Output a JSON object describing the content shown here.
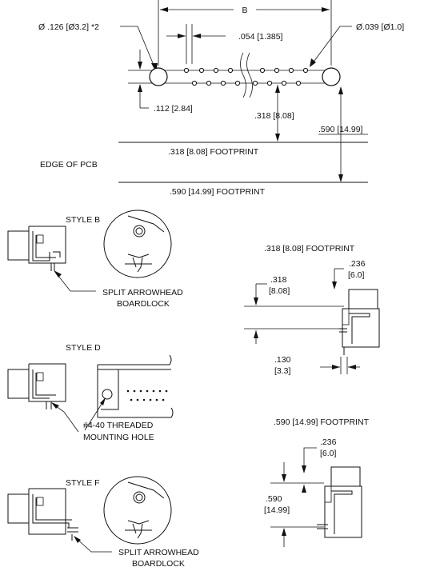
{
  "top": {
    "dim_b": "B",
    "mount_hole": "Ø .126 [Ø3.2] *2",
    "pin_hole": "Ø.039 [Ø1.0]",
    "pitch": ".054 [1.385]",
    "row_offset": ".112 [2.84]",
    "dim_318": ".318 [8.08]",
    "dim_590": ".590 [14.99]",
    "fp_318": ".318 [8.08] FOOTPRINT",
    "edge": "EDGE OF PCB",
    "fp_590": ".590 [14.99] FOOTPRINT"
  },
  "style_b": {
    "title": "STYLE B",
    "callout_line1": "SPLIT ARROWHEAD",
    "callout_line2": "BOARDLOCK"
  },
  "style_d": {
    "title": "STYLE D",
    "callout_line1": "#4-40 THREADED",
    "callout_line2": "MOUNTING HOLE"
  },
  "style_f": {
    "title": "STYLE F",
    "callout_line1": "SPLIT ARROWHEAD",
    "callout_line2": "BOARDLOCK"
  },
  "side_318": {
    "title": ".318 [8.08] FOOTPRINT",
    "dim_a_line1": ".236",
    "dim_a_line2": "[6.0]",
    "dim_b_line1": ".318",
    "dim_b_line2": "[8.08]",
    "dim_c_line1": ".130",
    "dim_c_line2": "[3.3]"
  },
  "side_590": {
    "title": ".590 [14.99] FOOTPRINT",
    "dim_a_line1": ".236",
    "dim_a_line2": "[6.0]",
    "dim_b_line1": ".590",
    "dim_b_line2": "[14.99]"
  }
}
